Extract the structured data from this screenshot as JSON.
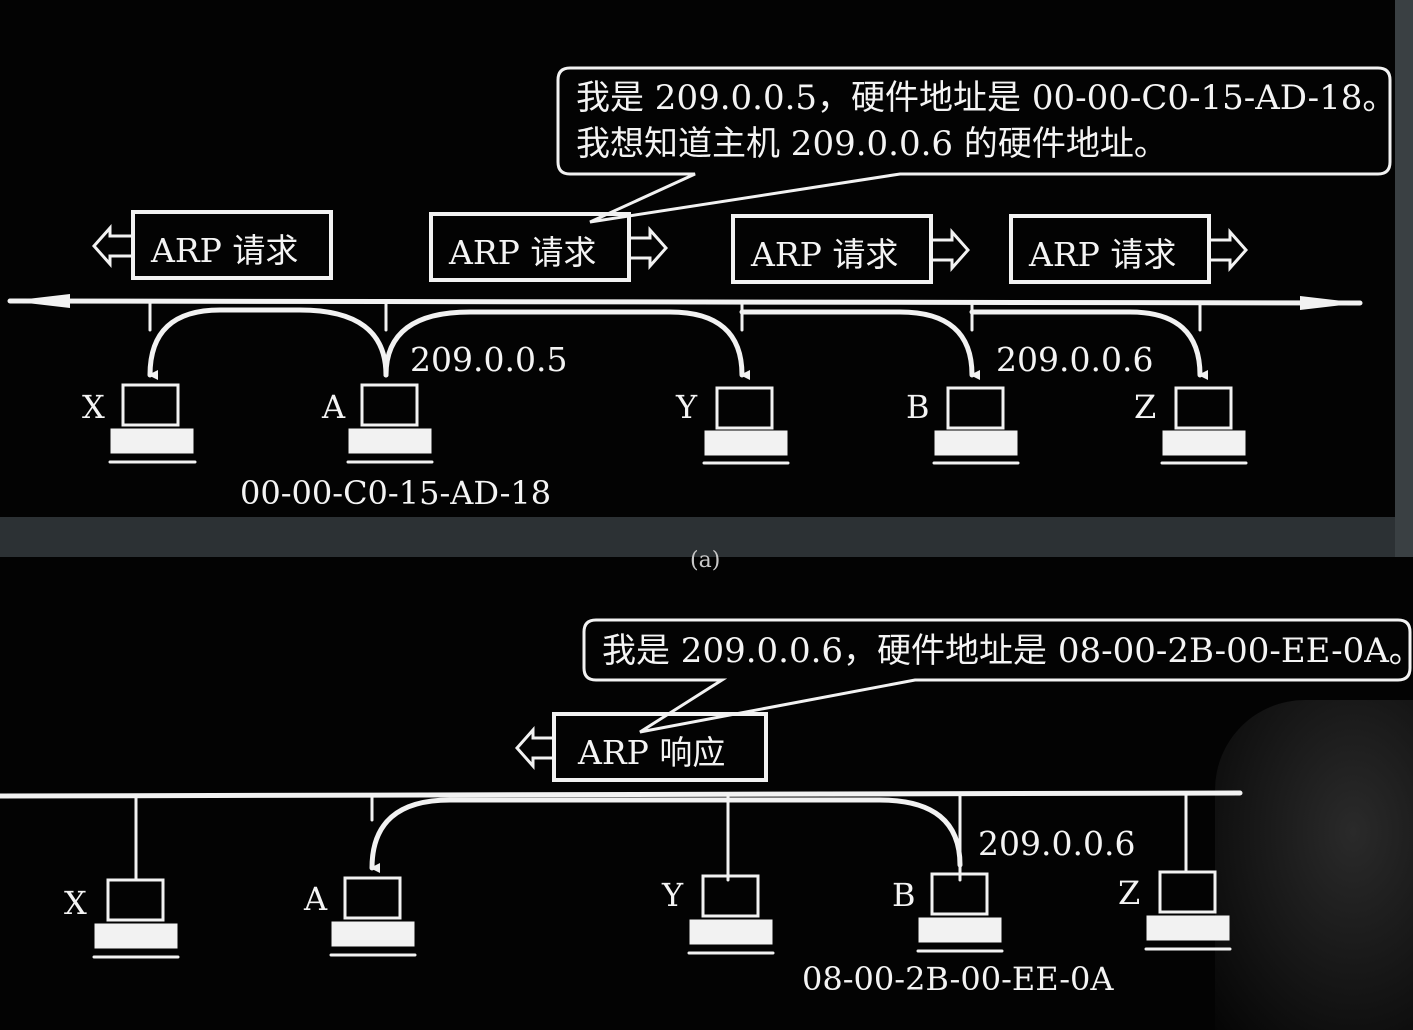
{
  "top": {
    "bubble": {
      "line1": "我是 209.0.0.5，硬件地址是 00-00-C0-15-AD-18。",
      "line2": "我想知道主机 209.0.0.6 的硬件地址。"
    },
    "arp_request_label": "ARP 请求",
    "ip_a": "209.0.0.5",
    "ip_b": "209.0.0.6",
    "mac_a": "00-00-C0-15-AD-18",
    "hosts": [
      "X",
      "A",
      "Y",
      "B",
      "Z"
    ]
  },
  "caption": "(a)",
  "bottom": {
    "bubble": {
      "line1": "我是 209.0.0.6，硬件地址是 08-00-2B-00-EE-0A。"
    },
    "arp_reply_label": "ARP 响应",
    "ip_b": "209.0.0.6",
    "mac_b": "08-00-2B-00-EE-0A",
    "hosts": [
      "X",
      "A",
      "Y",
      "B",
      "Z"
    ]
  },
  "colors": {
    "background": "#030303",
    "ink": "#f2f2f2",
    "divider": "#2c3134"
  }
}
